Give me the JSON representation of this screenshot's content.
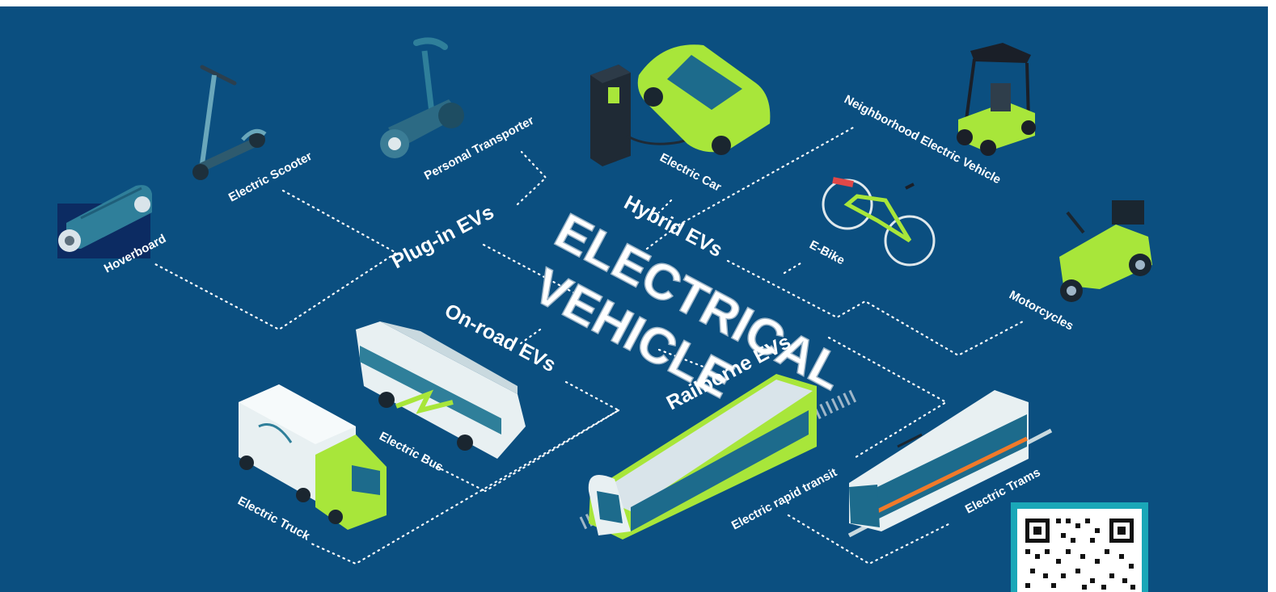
{
  "title": {
    "line1": "ELECTRICAL",
    "line2": "VEHICLE"
  },
  "categories": {
    "plugin": "Plug-in EVs",
    "hybrid": "Hybrid EVs",
    "onroad": "On-road EVs",
    "railborne": "Railborne EVs"
  },
  "vehicles": {
    "hoverboard": "Hoverboard",
    "scooter": "Electric Scooter",
    "transporter": "Personal Transporter",
    "car": "Electric Car",
    "nev": "Neighborhood Electric Vehicle",
    "ebike": "E-Bike",
    "motorcycles": "Motorcycles",
    "bus": "Electric Bus",
    "truck": "Electric Truck",
    "rapid": "Electric rapid transit",
    "trams": "Electric Trams"
  },
  "colors": {
    "background": "#0b4f80",
    "accent_green": "#a8e63a",
    "teal": "#2f7f9a",
    "qr_frame": "#1aa7b8"
  }
}
